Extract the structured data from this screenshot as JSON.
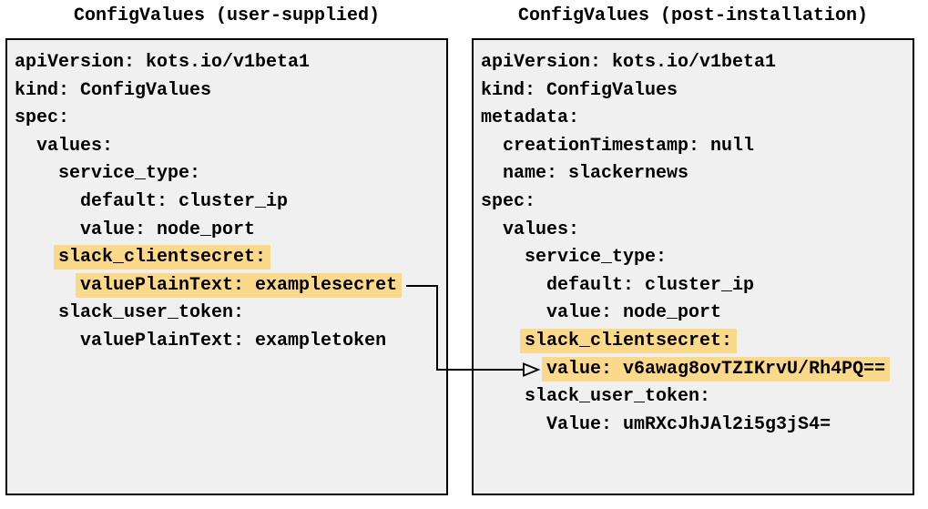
{
  "left_panel": {
    "title": "ConfigValues (user-supplied)",
    "lines": [
      {
        "indent": 0,
        "text": "apiVersion: kots.io/v1beta1",
        "highlight": false
      },
      {
        "indent": 0,
        "text": "kind: ConfigValues",
        "highlight": false
      },
      {
        "indent": 0,
        "text": "spec:",
        "highlight": false
      },
      {
        "indent": 2,
        "text": "values:",
        "highlight": false
      },
      {
        "indent": 4,
        "text": "service_type:",
        "highlight": false
      },
      {
        "indent": 6,
        "text": "default: cluster_ip",
        "highlight": false
      },
      {
        "indent": 6,
        "text": "value: node_port",
        "highlight": false
      },
      {
        "indent": 4,
        "text": "slack_clientsecret:",
        "highlight": true
      },
      {
        "indent": 6,
        "text": "valuePlainText: examplesecret",
        "highlight": true
      },
      {
        "indent": 4,
        "text": "slack_user_token:",
        "highlight": false
      },
      {
        "indent": 6,
        "text": "valuePlainText: exampletoken",
        "highlight": false
      }
    ]
  },
  "right_panel": {
    "title": "ConfigValues (post-installation)",
    "lines": [
      {
        "indent": 0,
        "text": "apiVersion: kots.io/v1beta1",
        "highlight": false
      },
      {
        "indent": 0,
        "text": "kind: ConfigValues",
        "highlight": false
      },
      {
        "indent": 0,
        "text": "metadata:",
        "highlight": false
      },
      {
        "indent": 2,
        "text": "creationTimestamp: null",
        "highlight": false
      },
      {
        "indent": 2,
        "text": "name: slackernews",
        "highlight": false
      },
      {
        "indent": 0,
        "text": "spec:",
        "highlight": false
      },
      {
        "indent": 2,
        "text": "values:",
        "highlight": false
      },
      {
        "indent": 4,
        "text": "service_type:",
        "highlight": false
      },
      {
        "indent": 6,
        "text": "default: cluster_ip",
        "highlight": false
      },
      {
        "indent": 6,
        "text": "value: node_port",
        "highlight": false
      },
      {
        "indent": 4,
        "text": "slack_clientsecret:",
        "highlight": true
      },
      {
        "indent": 6,
        "text": "value: v6awag8ovTZIKrvU/Rh4PQ==",
        "highlight": true
      },
      {
        "indent": 4,
        "text": "slack_user_token:",
        "highlight": false
      },
      {
        "indent": 6,
        "text": "Value: umRXcJhJAl2i5g3jS4=",
        "highlight": false
      }
    ]
  },
  "colors": {
    "page_bg": "#ffffff",
    "panel_bg": "#f0f0f0",
    "panel_border": "#000000",
    "highlight": "#fbd98b",
    "text": "#000000",
    "arrow": "#000000"
  }
}
